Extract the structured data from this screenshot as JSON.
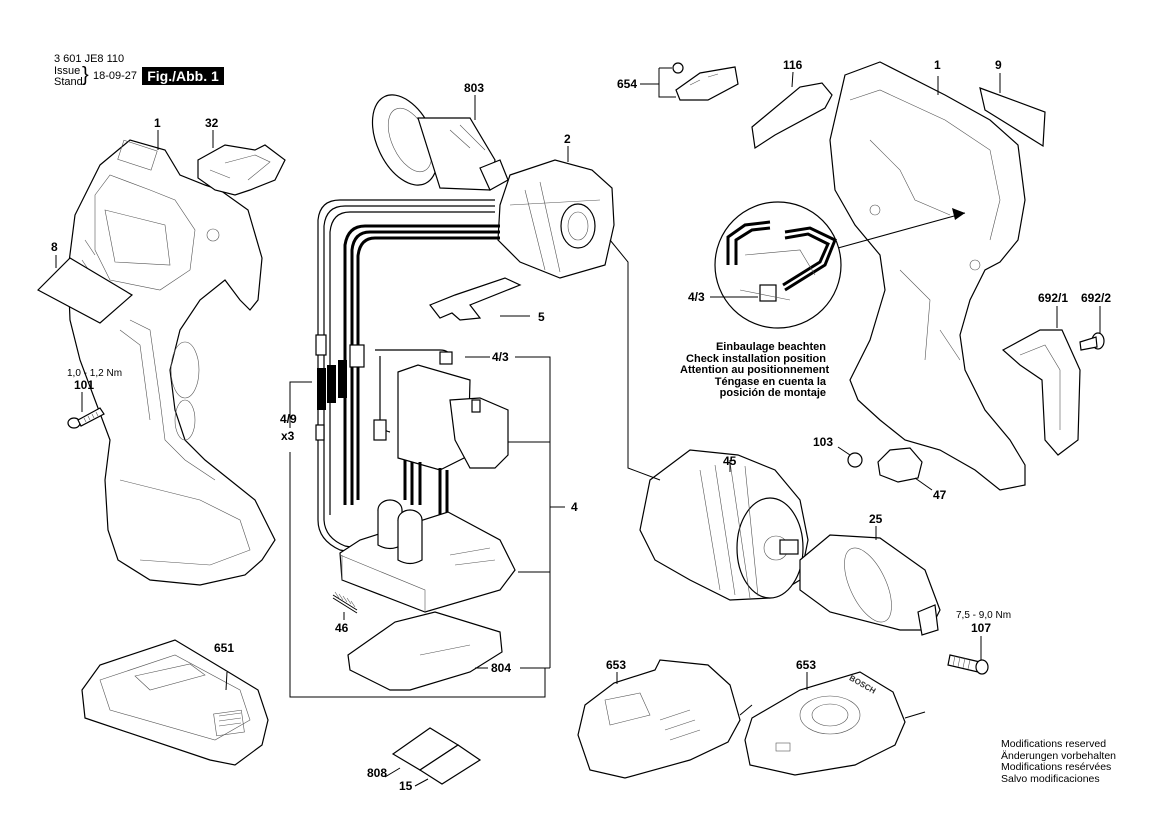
{
  "header": {
    "part_number": "3 601 JE8 110",
    "issue_label": "Issue",
    "stand_label": "Stand",
    "date": "18-09-27",
    "figure_label": "Fig./Abb. 1"
  },
  "callouts": {
    "c1_left": "1",
    "c32": "32",
    "c8": "8",
    "c101": "101",
    "c651": "651",
    "c803": "803",
    "c2": "2",
    "c5": "5",
    "c4_3_top": "4/3",
    "c4_9": "4/9",
    "c4_9_qty": "x3",
    "c4": "4",
    "c46": "46",
    "c804": "804",
    "c808": "808",
    "c15": "15",
    "c654": "654",
    "c116": "116",
    "c1_right": "1",
    "c9": "9",
    "c4_3_detail": "4/3",
    "c692_1": "692/1",
    "c692_2": "692/2",
    "c45": "45",
    "c103": "103",
    "c47": "47",
    "c25": "25",
    "c107": "107",
    "c653_a": "653",
    "c653_b": "653"
  },
  "torque": {
    "t101": "1,0 - 1,2 Nm",
    "t107": "7,5 - 9,0 Nm"
  },
  "installation_note": [
    "Einbaulage beachten",
    "Check installation position",
    "Attention au positionnement",
    "Téngase en cuenta la",
    "posición de montaje"
  ],
  "modifications_note": [
    "Modifications reserved",
    "Änderungen vorbehalten",
    "Modifications resérvées",
    "Salvo modificaciones"
  ],
  "brand_on_charger": "BOSCH"
}
